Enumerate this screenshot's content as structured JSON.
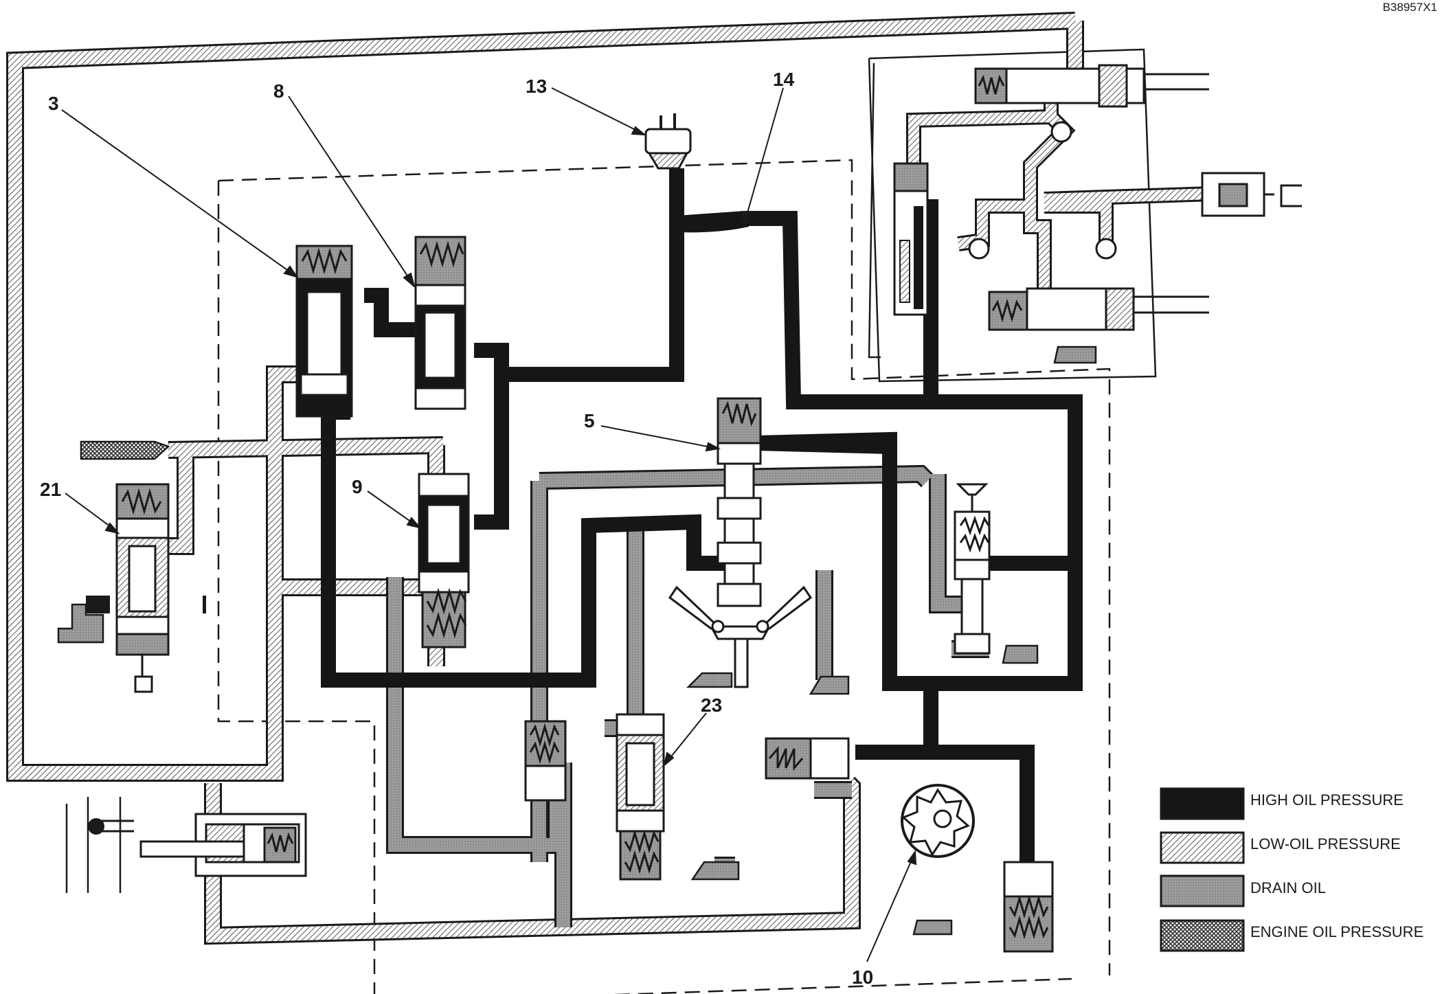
{
  "reference_code": "B38957X1",
  "callouts": {
    "c3": "3",
    "c5": "5",
    "c8": "8",
    "c9": "9",
    "c10": "10",
    "c13": "13",
    "c14": "14",
    "c21": "21",
    "c23": "23"
  },
  "legend": [
    {
      "label": "HIGH OIL PRESSURE",
      "pattern": "high"
    },
    {
      "label": "LOW-OIL PRESSURE",
      "pattern": "low"
    },
    {
      "label": "DRAIN OIL",
      "pattern": "drain"
    },
    {
      "label": "ENGINE OIL PRESSURE",
      "pattern": "engine"
    }
  ],
  "colors": {
    "high": "#161616",
    "low_stripe": "#555555",
    "drain": "#9a9a9a",
    "engine": "#3a3a3a",
    "outline": "#1a1a1a"
  }
}
